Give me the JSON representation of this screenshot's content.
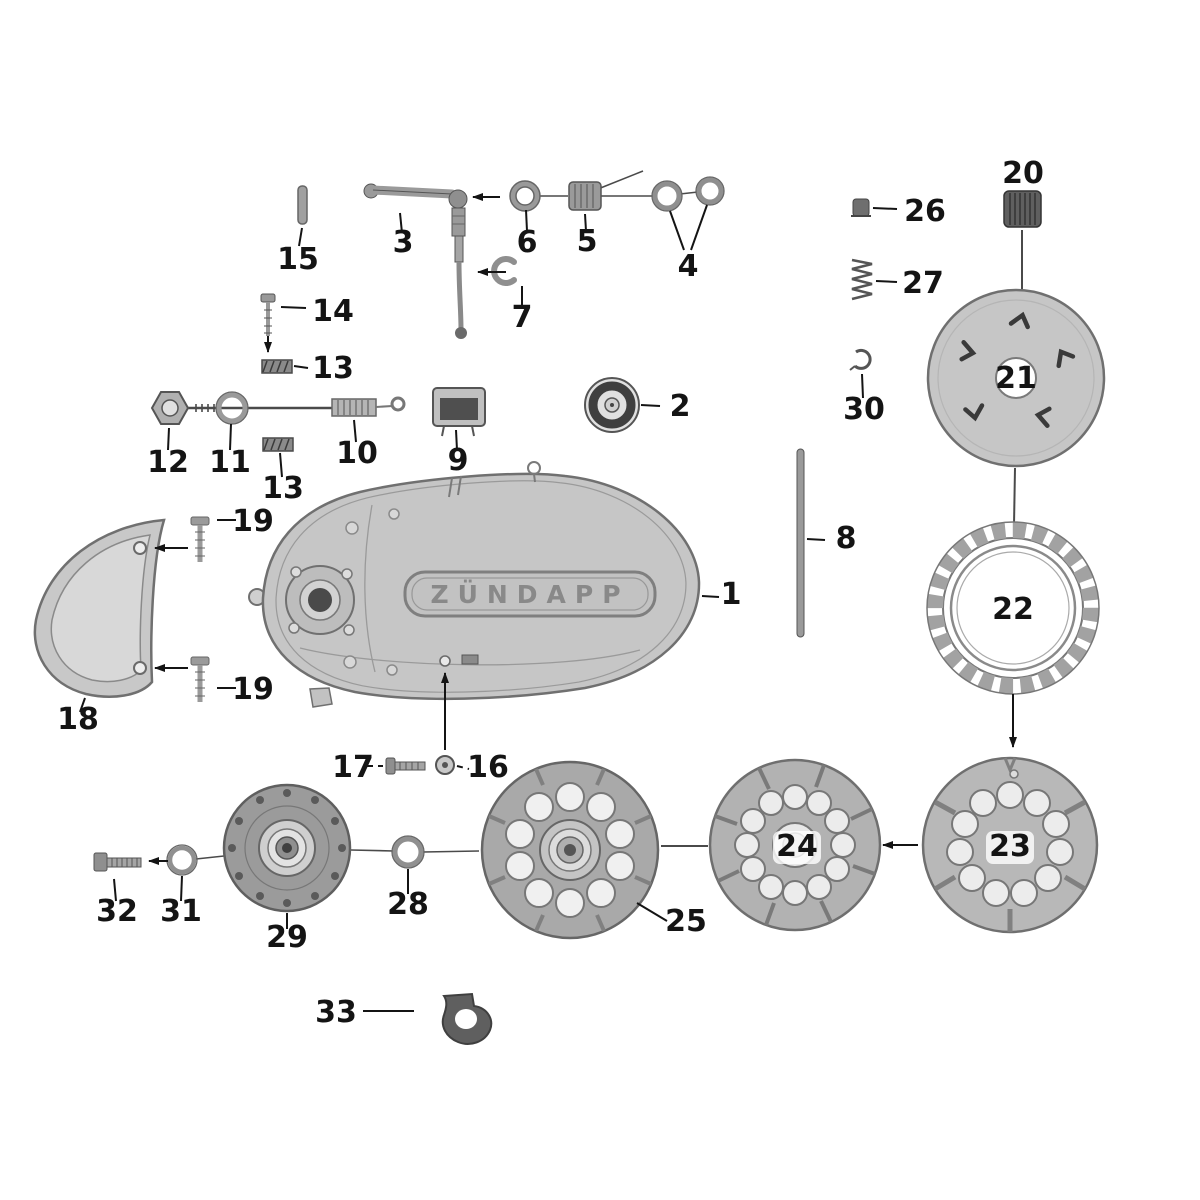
{
  "diagram": {
    "cover": {
      "brand_text": "ZÜNDAPP"
    },
    "colors": {
      "background": "#ffffff",
      "ink": "#141414",
      "part-stroke": "#707070",
      "part-fill": "#c6c6c6",
      "part-dark": "#565656",
      "metal-mid": "#9a9a9a"
    },
    "callouts": [
      {
        "label": "1"
      },
      {
        "label": "2"
      },
      {
        "label": "3"
      },
      {
        "label": "4"
      },
      {
        "label": "5"
      },
      {
        "label": "6"
      },
      {
        "label": "7"
      },
      {
        "label": "8"
      },
      {
        "label": "9"
      },
      {
        "label": "10"
      },
      {
        "label": "11"
      },
      {
        "label": "12"
      },
      {
        "label": "13"
      },
      {
        "label": "13"
      },
      {
        "label": "14"
      },
      {
        "label": "15"
      },
      {
        "label": "16"
      },
      {
        "label": "17"
      },
      {
        "label": "18"
      },
      {
        "label": "19"
      },
      {
        "label": "19"
      },
      {
        "label": "20"
      },
      {
        "label": "21"
      },
      {
        "label": "22"
      },
      {
        "label": "23"
      },
      {
        "label": "24"
      },
      {
        "label": "25"
      },
      {
        "label": "26"
      },
      {
        "label": "27"
      },
      {
        "label": "28"
      },
      {
        "label": "29"
      },
      {
        "label": "30"
      },
      {
        "label": "31"
      },
      {
        "label": "32"
      },
      {
        "label": "33"
      }
    ]
  }
}
